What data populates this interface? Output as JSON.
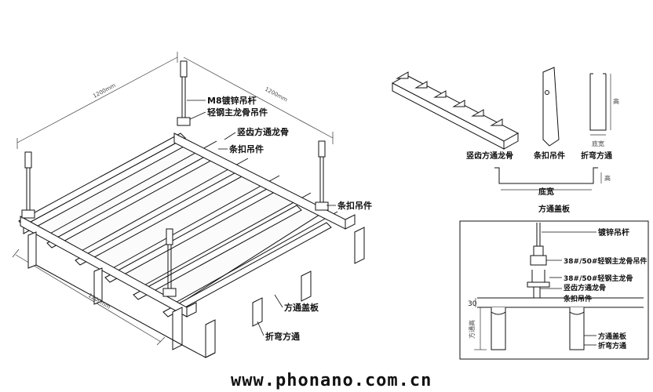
{
  "iso": {
    "dims": {
      "left": "1200mm",
      "right": "1200mm",
      "bottom": "1200mm"
    },
    "labels": {
      "rod": "M8镀锌吊杆",
      "main_hanger": "轻钢主龙骨吊件",
      "serrated_keel": "竖齿方通龙骨",
      "clip_hanger_top": "条扣吊件",
      "clip_hanger_right": "条扣吊件",
      "cover_plate": "方通盖板",
      "bent_tube": "折弯方通"
    }
  },
  "parts": {
    "serrated_keel": "竖齿方通龙骨",
    "clip_hanger": "条扣吊件",
    "bent_tube": "折弯方通",
    "bent_tube_height": "高",
    "bent_tube_width": "底宽",
    "cover_width": "底宽",
    "cover_height": "高",
    "cover_plate": "方通盖板"
  },
  "section": {
    "labels": {
      "rod": "镀锌吊杆",
      "main_hanger": "38#/50#轻钢主龙骨吊件",
      "main_keel": "38#/50#轻钢主龙骨",
      "serrated_keel": "竖齿方通龙骨",
      "clip_hanger": "条扣吊件",
      "cover_plate": "方通盖板",
      "bent_tube": "折弯方通"
    },
    "dim_top": "30",
    "dim_side": "方通高"
  },
  "watermark": "www.phonano.com.cn",
  "colors": {
    "line": "#111111",
    "dim_line": "#333333",
    "background": "#ffffff"
  }
}
